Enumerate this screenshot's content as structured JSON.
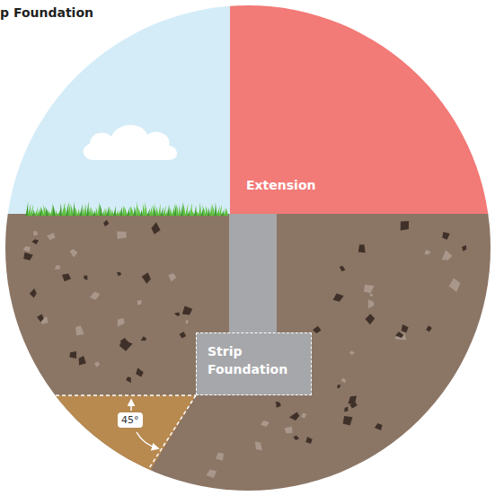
{
  "diagram": {
    "title": "p Foundation",
    "nodes": [
      {
        "text": [
          "Extension"
        ]
      },
      {
        "text": [
          "Strip Foundation"
        ]
      }
    ],
    "labels": [
      "45°"
    ]
  }
}
